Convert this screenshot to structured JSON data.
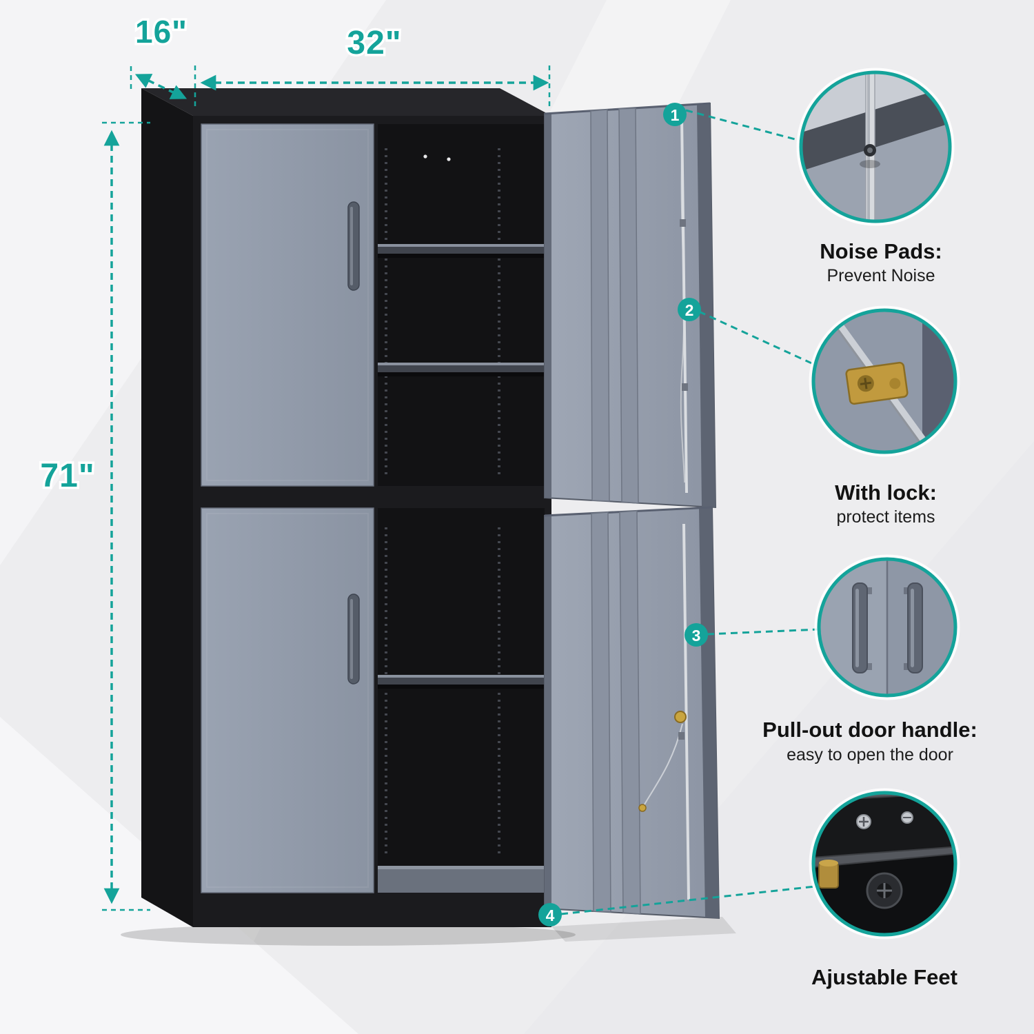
{
  "dimensions": {
    "depth_label": "16\"",
    "width_label": "32\"",
    "height_label": "71\""
  },
  "callouts": [
    {
      "number": "1",
      "title": "Noise Pads:",
      "subtitle": "Prevent Noise",
      "icon": "noise-pads-icon"
    },
    {
      "number": "2",
      "title": "With lock:",
      "subtitle": "protect items",
      "icon": "lock-icon"
    },
    {
      "number": "3",
      "title": "Pull-out door handle:",
      "subtitle": "easy to open the door",
      "icon": "door-handles-icon"
    },
    {
      "number": "4",
      "title": "Ajustable Feet",
      "subtitle": "",
      "icon": "adjustable-feet-icon"
    }
  ],
  "colors": {
    "accent_teal": "#14A39A",
    "cabinet_black": "#1B1B1E",
    "door_gray": "#9099A8",
    "background_gray": "#EDEDEF"
  }
}
